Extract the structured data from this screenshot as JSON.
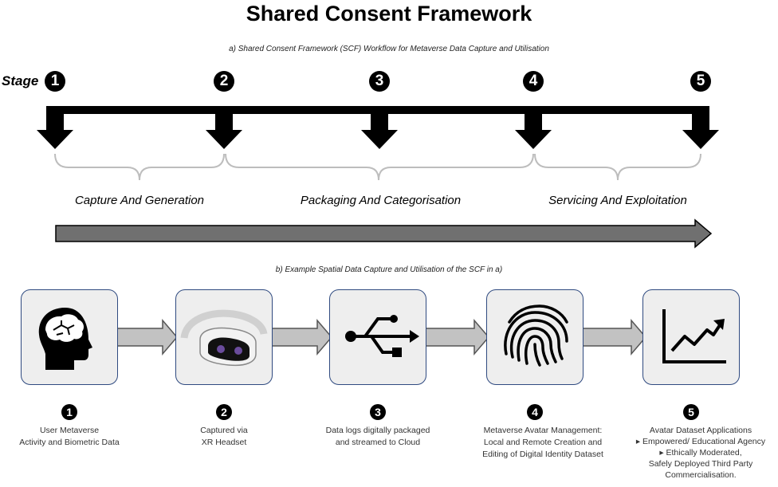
{
  "title": "Shared Consent Framework",
  "caption_a": "a) Shared Consent Framework (SCF) Workflow for Metaverse Data Capture and Utilisation",
  "caption_b": "b) Example Spatial Data Capture and Utilisation of the SCF in a)",
  "stage_label": "Stage",
  "stages": [
    "1",
    "2",
    "3",
    "4",
    "5"
  ],
  "phases": [
    "Capture And Generation",
    "Packaging And Categorisation",
    "Servicing And Exploitation"
  ],
  "steps": [
    {
      "number": "1",
      "icon": "head-brain-icon",
      "lines": [
        "User Metaverse",
        "Activity and Biometric Data"
      ]
    },
    {
      "number": "2",
      "icon": "vr-headset-icon",
      "lines": [
        "Captured via",
        "XR Headset"
      ]
    },
    {
      "number": "3",
      "icon": "usb-icon",
      "lines": [
        "Data logs digitally packaged",
        "and streamed to Cloud"
      ]
    },
    {
      "number": "4",
      "icon": "fingerprint-icon",
      "lines": [
        "Metaverse Avatar Management:",
        "Local and Remote Creation and",
        "Editing of  Digital Identity Dataset"
      ]
    },
    {
      "number": "5",
      "icon": "trend-chart-icon",
      "lines": [
        "Avatar Dataset Applications",
        "▸ Empowered/ Educational Agency",
        "▸ Ethically Moderated,",
        "Safely Deployed Third Party",
        "Commercialisation."
      ]
    }
  ]
}
